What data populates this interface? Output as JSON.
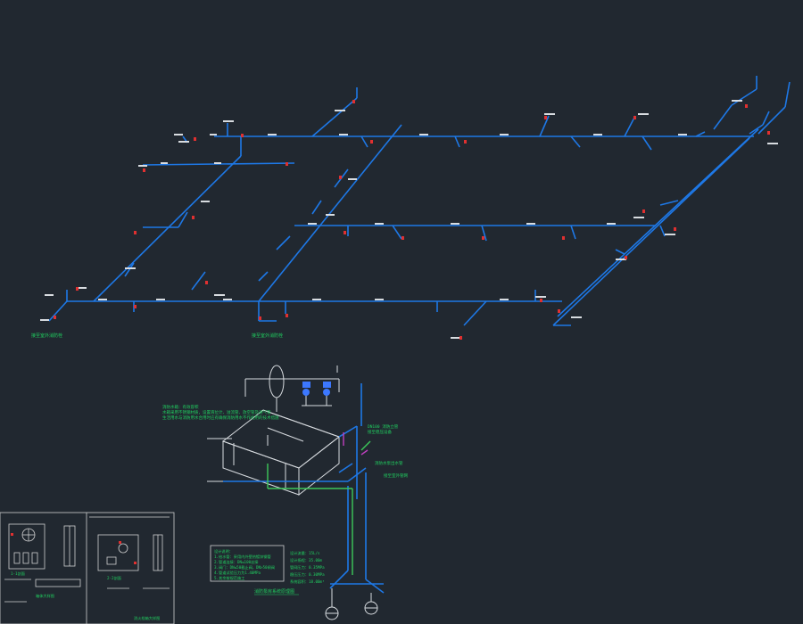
{
  "colors": {
    "background": "#212830",
    "pipe": "#1e78e6",
    "pipe_light": "#3c96ff",
    "white_line": "#d8dce0",
    "tag_red": "#e03030",
    "green_text": "#20d060",
    "green_pipe": "#3cc85a",
    "magenta": "#c040c0",
    "legend_frame": "#d0d0d0",
    "note_text": "#20d060"
  },
  "labels": {
    "left_outlet_note": "接至室外消防栓",
    "center_outlet_note": "接至室外消防栓",
    "tank_title": "消防水箱",
    "pump_system_title": "消防泵房系统原理图",
    "detail_title_a": "1-1剖面",
    "detail_title_b": "2-2剖面",
    "detail_title_c": "箱体大样图",
    "detail_title_d": "消火栓箱大样图"
  },
  "notes": {
    "tank_note_1": "消防水箱：有效容积",
    "tank_note_2": "水箱采用不锈钢材质，设置液位计、溢流管、放空管及通气管",
    "tank_note_3": "生活用水与消防用水合用时应有确保消防用水不作他用的技术措施",
    "riser_note_1": "DN100 消防立管",
    "riser_note_2": "接至稳压设备",
    "riser_note_3": "消防水泵出水管",
    "riser_note_4": "接至室外管网",
    "legend_lines": [
      "设计说明：",
      "1.给水管：采用内外壁热镀锌钢管",
      "2.管道连接：DN≤100丝接",
      "3.阀门：DN≤50截止阀，DN>50闸阀",
      "4.管道试验压力为1.40MPa",
      "5.其余按规范施工"
    ],
    "flow_lines": [
      "设计流量：15L/s",
      "设计扬程：35.00m",
      "管网压力：0.35MPa",
      "稳压压力：0.30MPa",
      "系统容积：18.00m³"
    ]
  }
}
